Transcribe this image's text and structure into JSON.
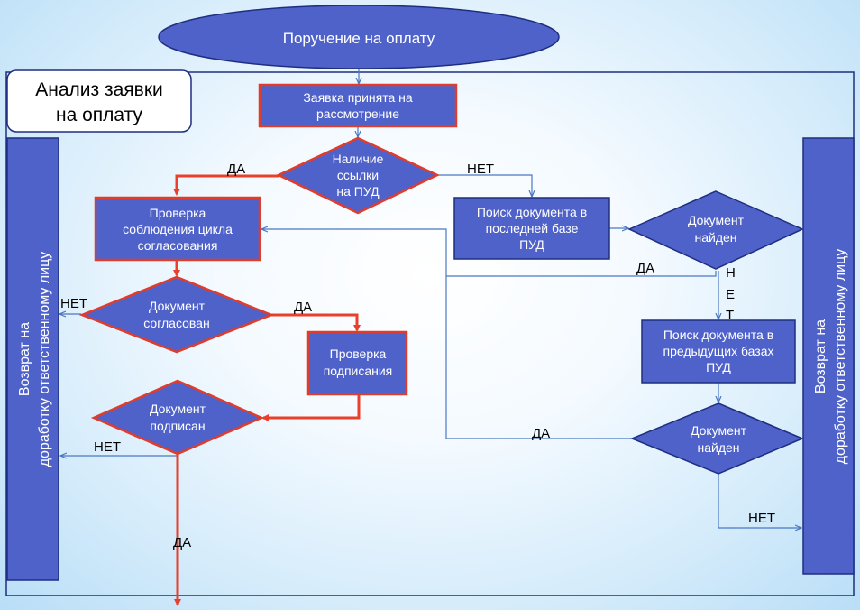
{
  "start": "Поручение  на оплату",
  "section_title": [
    "Анализ заявки",
    "на оплату"
  ],
  "nodes": {
    "request_accepted": [
      "Заявка принята  на",
      "рассмотрение"
    ],
    "pud_link": [
      "Наличие",
      "ссылки",
      "на ПУД"
    ],
    "check_cycle": [
      "Проверка",
      "соблюдения цикла",
      "согласования"
    ],
    "doc_agreed": [
      "Документ",
      "согласован"
    ],
    "check_signing": [
      "Проверка",
      "подписания"
    ],
    "doc_signed": [
      "Документ",
      "подписан"
    ],
    "search_last": [
      "Поиск документа в",
      "последней базе",
      "ПУД"
    ],
    "doc_found_1": [
      "Документ",
      "найден"
    ],
    "search_prev": [
      "Поиск документа в",
      "предыдущих базах",
      "ПУД"
    ],
    "doc_found_2": [
      "Документ",
      "найден"
    ]
  },
  "side_left": [
    "Возврат на",
    "доработку ответственному лицу"
  ],
  "side_right": [
    "Возврат на",
    "доработку ответственному лицу"
  ],
  "labels": {
    "da_1": "ДА",
    "net_1": "НЕТ",
    "net_2": "НЕТ",
    "da_2": "ДА",
    "net_3": "НЕТ",
    "da_3": "ДА",
    "da_4": "ДА",
    "net_vertical": [
      "Н",
      "Е",
      "Т"
    ],
    "da_5": "ДА",
    "net_4": "НЕТ"
  },
  "colors": {
    "shape_fill": "#4f62c9",
    "red_border": "#e03c2c",
    "dark_border": "#1f2f80",
    "red_arrow": "#e8402a",
    "blue_arrow": "#4a78c0"
  }
}
